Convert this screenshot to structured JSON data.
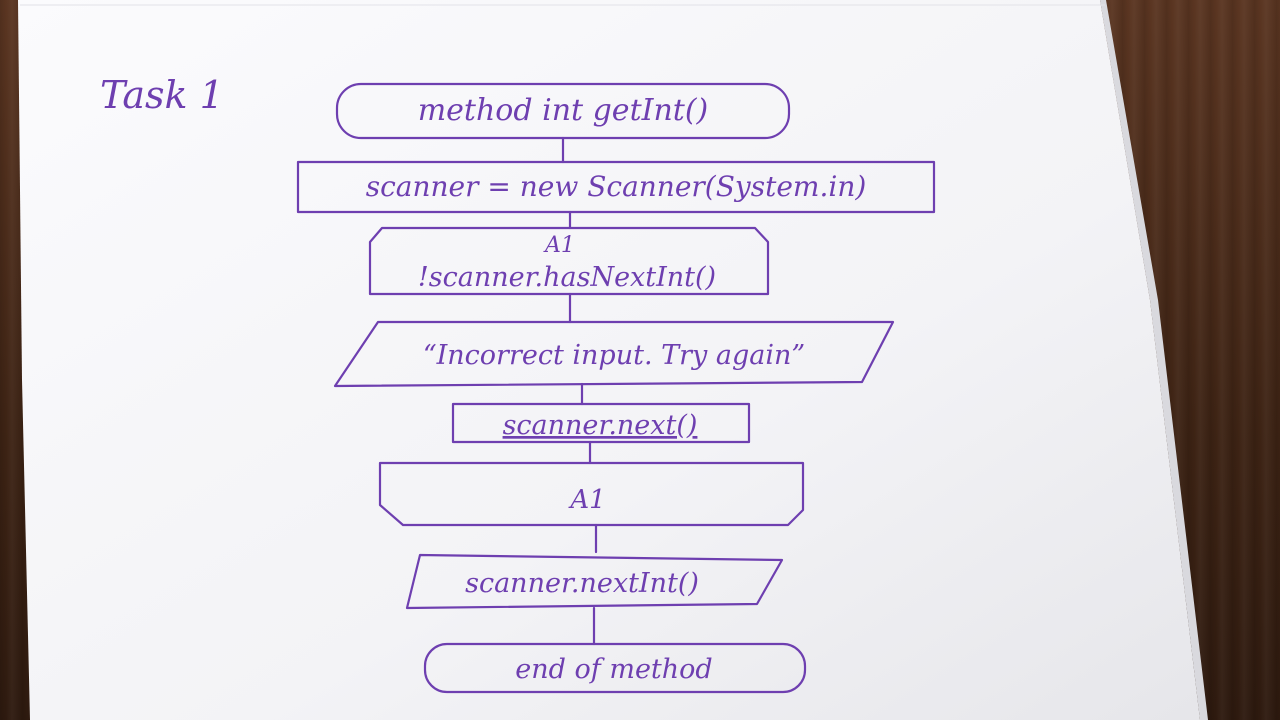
{
  "page_title": "Task 1",
  "flowchart": {
    "start": "method int getInt()",
    "init": "scanner = new Scanner(System.in)",
    "loop_start_label": "A1",
    "loop_condition": "!scanner.hasNextInt()",
    "output": "“Incorrect input. Try again”",
    "skip": "scanner.next()",
    "loop_end_label": "A1",
    "read": "scanner.nextInt()",
    "end": "end of method"
  },
  "colors": {
    "ink": "#6e3fb0",
    "paper": "#f7f7f9",
    "desk": "#4a2c1a"
  }
}
